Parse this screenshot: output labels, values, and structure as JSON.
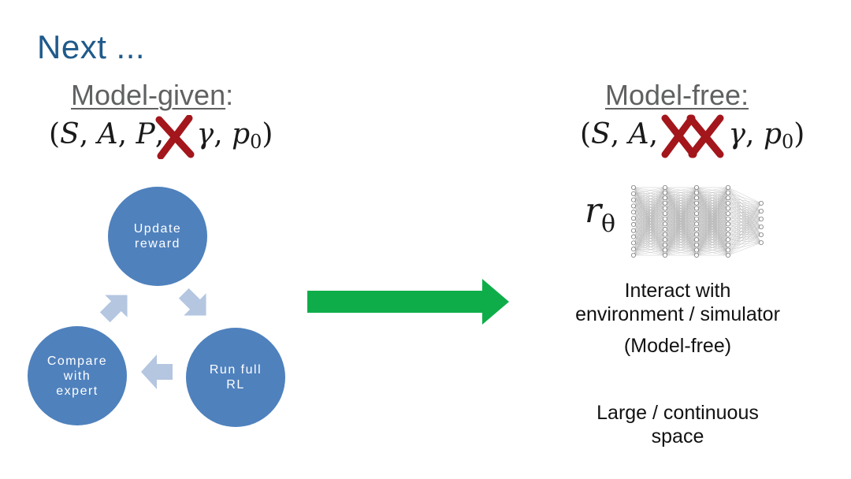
{
  "title": "Next ...",
  "left": {
    "heading": "Model-given",
    "heading_suffix": ":",
    "tuple": {
      "open": "(",
      "S": "S",
      "A": "A",
      "P": "P",
      "gamma": "γ",
      "p": "p",
      "sub": "0",
      "close": ")",
      "comma": ","
    }
  },
  "right": {
    "heading": "Model-free",
    "heading_suffix": ":",
    "tuple": {
      "open": "(",
      "S": "S",
      "A": "A",
      "gamma": "γ",
      "p": "p",
      "sub": "0",
      "close": ")",
      "comma": ","
    },
    "r_symbol": "r",
    "r_sub": "θ",
    "text1": "Interact with\nenvironment / simulator",
    "text2": "(Model-free)",
    "text3": "Large / continuous\nspace"
  },
  "cycle": {
    "nodes": [
      "Update\nreward",
      "Run full\nRL",
      "Compare\nwith\nexpert"
    ]
  },
  "colors": {
    "title": "#1f5a8b",
    "node": "#4f81bd",
    "cycle_arrow": "#b4c6e0",
    "big_arrow": "#0fad4a",
    "cross": "#a3161b"
  }
}
